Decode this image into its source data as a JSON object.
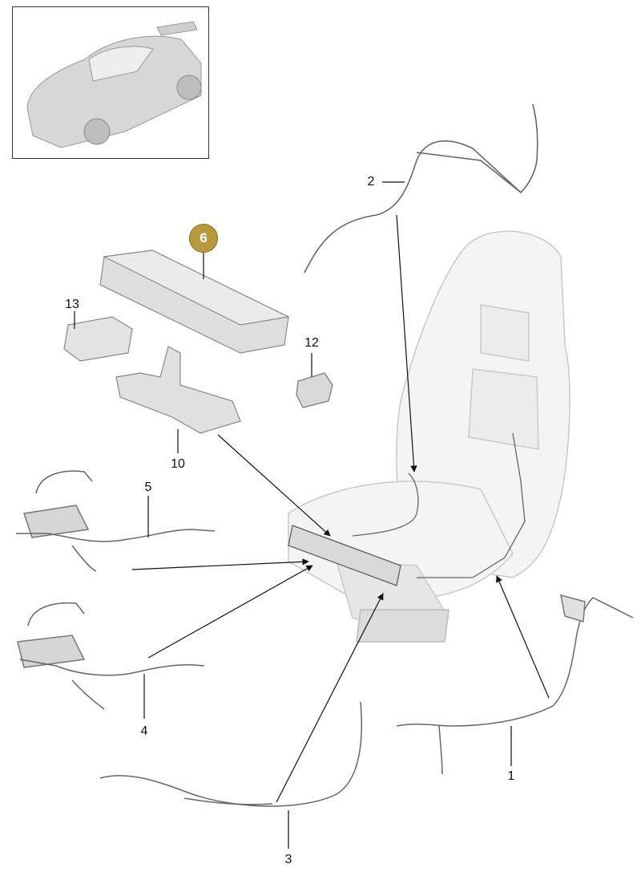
{
  "diagram": {
    "highlight_color": "#b89a3e",
    "part_labels": [
      {
        "id": "1",
        "text": "1"
      },
      {
        "id": "2",
        "text": "2"
      },
      {
        "id": "3",
        "text": "3"
      },
      {
        "id": "4",
        "text": "4"
      },
      {
        "id": "5",
        "text": "5"
      },
      {
        "id": "6",
        "text": "6",
        "highlighted": true
      },
      {
        "id": "10",
        "text": "10"
      },
      {
        "id": "12",
        "text": "12"
      },
      {
        "id": "13",
        "text": "13"
      }
    ],
    "thumbnail": {
      "subject": "car-icon"
    }
  }
}
